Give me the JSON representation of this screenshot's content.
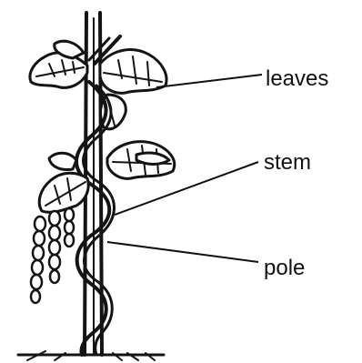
{
  "diagram": {
    "labels": {
      "leaves": "leaves",
      "stem": "stem",
      "pole": "pole"
    }
  }
}
